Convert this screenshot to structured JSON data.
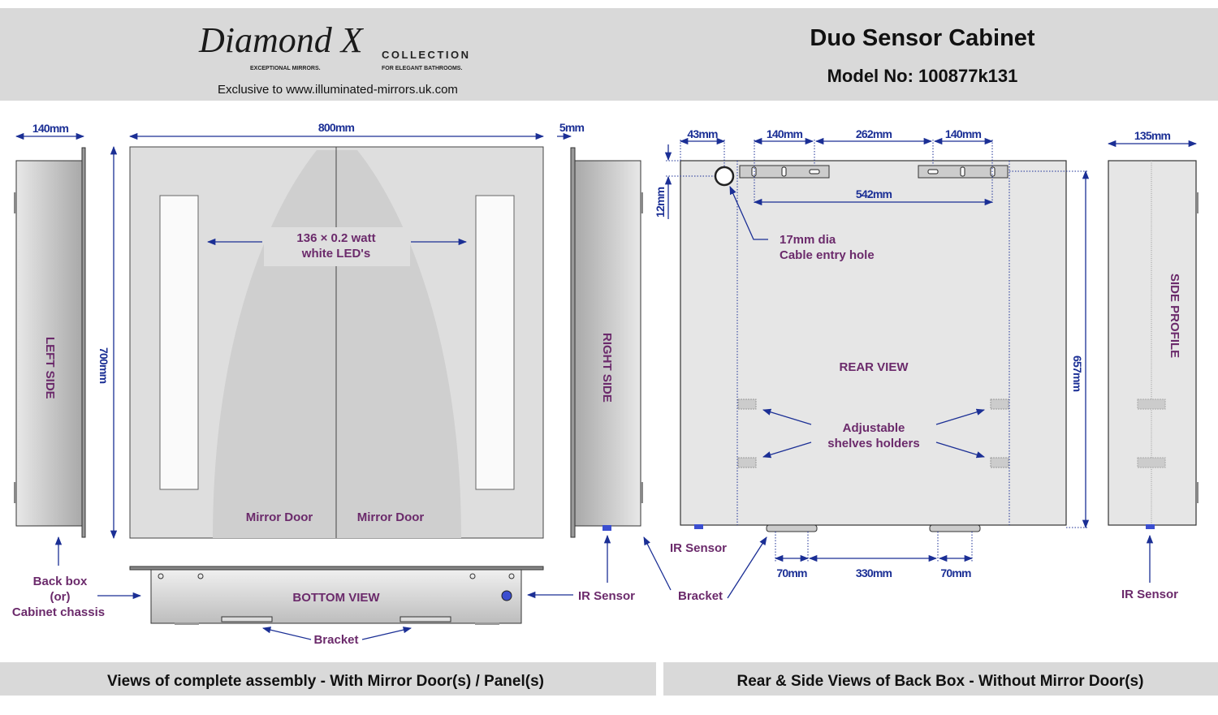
{
  "header": {
    "brand": "Diamond X",
    "brand_sub_left": "EXCEPTIONAL MIRRORS.",
    "brand_collection": "COLLECTION",
    "brand_sub_right": "FOR ELEGANT BATHROOMS.",
    "exclusive": "Exclusive to www.illuminated-mirrors.uk.com",
    "title": "Duo Sensor Cabinet",
    "model": "Model No: 100877k131"
  },
  "front": {
    "left_width": "140mm",
    "width": "800mm",
    "door_gap": "5mm",
    "height": "700mm",
    "left_side": "LEFT SIDE",
    "right_side": "RIGHT SIDE",
    "leds": "136 × 0.2 watt",
    "leds2": "white LED's",
    "door_left": "Mirror Door",
    "door_right": "Mirror Door",
    "back_box": "Back box",
    "or": "(or)",
    "chassis": "Cabinet chassis",
    "bottom_view": "BOTTOM VIEW",
    "bracket": "Bracket",
    "ir_sensor": "IR Sensor",
    "bracket2": "Bracket"
  },
  "rear": {
    "d43": "43mm",
    "d140a": "140mm",
    "d262": "262mm",
    "d140b": "140mm",
    "d542": "542mm",
    "d12": "12mm",
    "hole1": "17mm dia",
    "hole2": "Cable entry hole",
    "title": "REAR VIEW",
    "shelves1": "Adjustable",
    "shelves2": "shelves holders",
    "height": "657mm",
    "ir_sensor": "IR Sensor",
    "d70a": "70mm",
    "d330": "330mm",
    "d70b": "70mm"
  },
  "side": {
    "width": "135mm",
    "title": "SIDE PROFILE",
    "ir_sensor": "IR Sensor"
  },
  "footer": {
    "left": "Views of  complete assembly - With Mirror Door(s) / Panel(s)",
    "right": "Rear & Side Views of Back Box - Without Mirror Door(s)"
  }
}
